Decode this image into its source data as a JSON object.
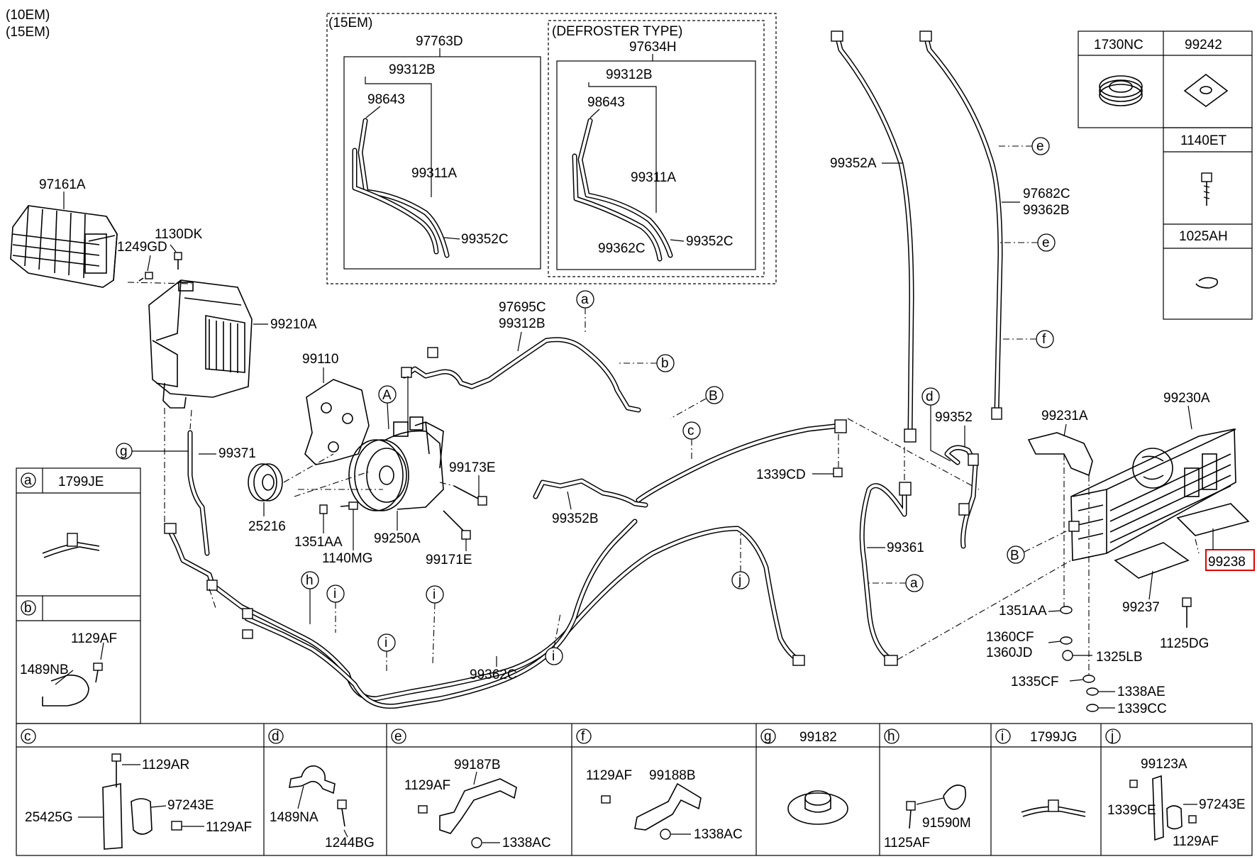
{
  "header": {
    "line1": "(10EM)",
    "line2": "(15EM)"
  },
  "callouts": {
    "c_15em": "(15EM)",
    "c_97763d": "97763D",
    "c_99312b_a": "99312B",
    "c_98643_a": "98643",
    "c_99311a_a": "99311A",
    "c_99352c_a": "99352C",
    "c_defroster": "(DEFROSTER TYPE)",
    "c_97634h": "97634H",
    "c_99312b_b": "99312B",
    "c_98643_b": "98643",
    "c_99311a_b": "99311A",
    "c_99362c_b": "99362C",
    "c_99352c_b": "99352C",
    "c_97161a": "97161A",
    "c_1130dk": "1130DK",
    "c_1249gd": "1249GD",
    "c_99210a": "99210A",
    "c_99110": "99110",
    "c_99371": "99371",
    "c_25216": "25216",
    "c_1351aa_a": "1351AA",
    "c_1140mg": "1140MG",
    "c_99250a": "99250A",
    "c_99173e": "99173E",
    "c_99171e": "99171E",
    "c_97695c": "97695C",
    "c_99312b_c": "99312B",
    "c_99352b": "99352B",
    "c_99362c_c": "99362C",
    "c_99352a": "99352A",
    "c_97682c": "97682C",
    "c_99362b": "99362B",
    "c_99352": "99352",
    "c_1339cd": "1339CD",
    "c_99361": "99361",
    "c_99231a": "99231A",
    "c_99230a": "99230A",
    "c_99238": "99238",
    "c_99237": "99237",
    "c_1351aa_b": "1351AA",
    "c_1360cf": "1360CF",
    "c_1360jd": "1360JD",
    "c_1325lb": "1325LB",
    "c_1125dg": "1125DG",
    "c_1335cf": "1335CF",
    "c_1338ae": "1338AE",
    "c_1339cc": "1339CC"
  },
  "markers": {
    "a": "a",
    "b": "b",
    "c": "c",
    "d": "d",
    "e": "e",
    "f": "f",
    "g": "g",
    "h": "h",
    "i": "i",
    "j": "j",
    "A": "A",
    "B": "B"
  },
  "legend_top_right": {
    "p1": "1730NC",
    "p2": "99242",
    "p3": "1140ET",
    "p4": "1025AH"
  },
  "legend_left": {
    "a_title": "1799JE",
    "b_part1": "1129AF",
    "b_part2": "1489NB"
  },
  "legend_bottom": {
    "c": {
      "p1": "1129AR",
      "p2": "25425G",
      "p3": "97243E",
      "p4": "1129AF"
    },
    "d": {
      "p1": "1489NA",
      "p2": "1244BG"
    },
    "e": {
      "p1": "99187B",
      "p2": "1129AF",
      "p3": "1338AC"
    },
    "f": {
      "p1": "1129AF",
      "p2": "99188B",
      "p3": "1338AC"
    },
    "g": {
      "p1": "99182"
    },
    "h": {
      "p1": "91590M",
      "p2": "1125AF"
    },
    "i": {
      "p1": "1799JG"
    },
    "j": {
      "p1": "99123A",
      "p2": "1339CE",
      "p3": "97243E",
      "p4": "1129AF"
    }
  },
  "highlight_color": "#e00000"
}
